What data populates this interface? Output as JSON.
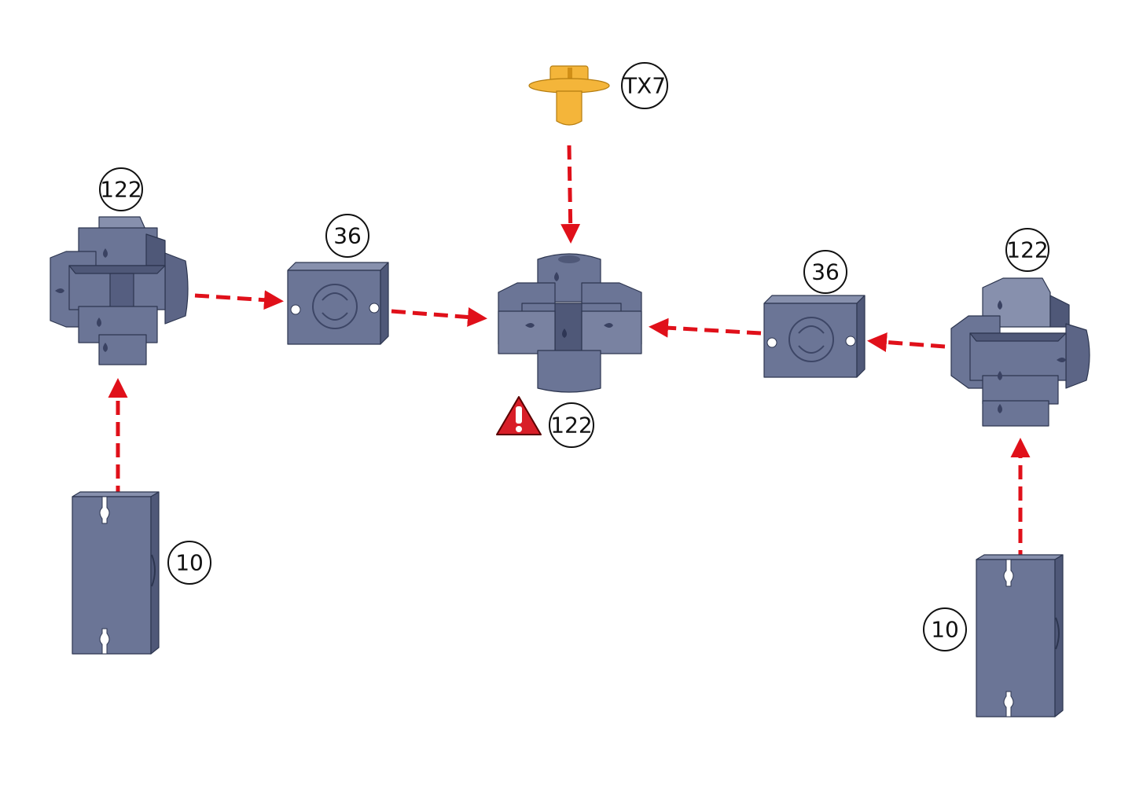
{
  "colors": {
    "part_body": "#6b7596",
    "part_dark": "#4f5878",
    "part_light": "#8790ad",
    "part_edge": "#2d3650",
    "fastener": "#f4b53a",
    "fastener_dark": "#d18f17",
    "arrow": "#e0101a",
    "warning": "#d81e28",
    "label_stroke": "#111111"
  },
  "labels": {
    "connector_left": "122",
    "connector_center": "122",
    "connector_right": "122",
    "block_left": "36",
    "block_right": "36",
    "post_left": "10",
    "post_right": "10",
    "fastener": "TX7"
  },
  "icons": {
    "warning": "warning-triangle-exclamation-icon"
  }
}
